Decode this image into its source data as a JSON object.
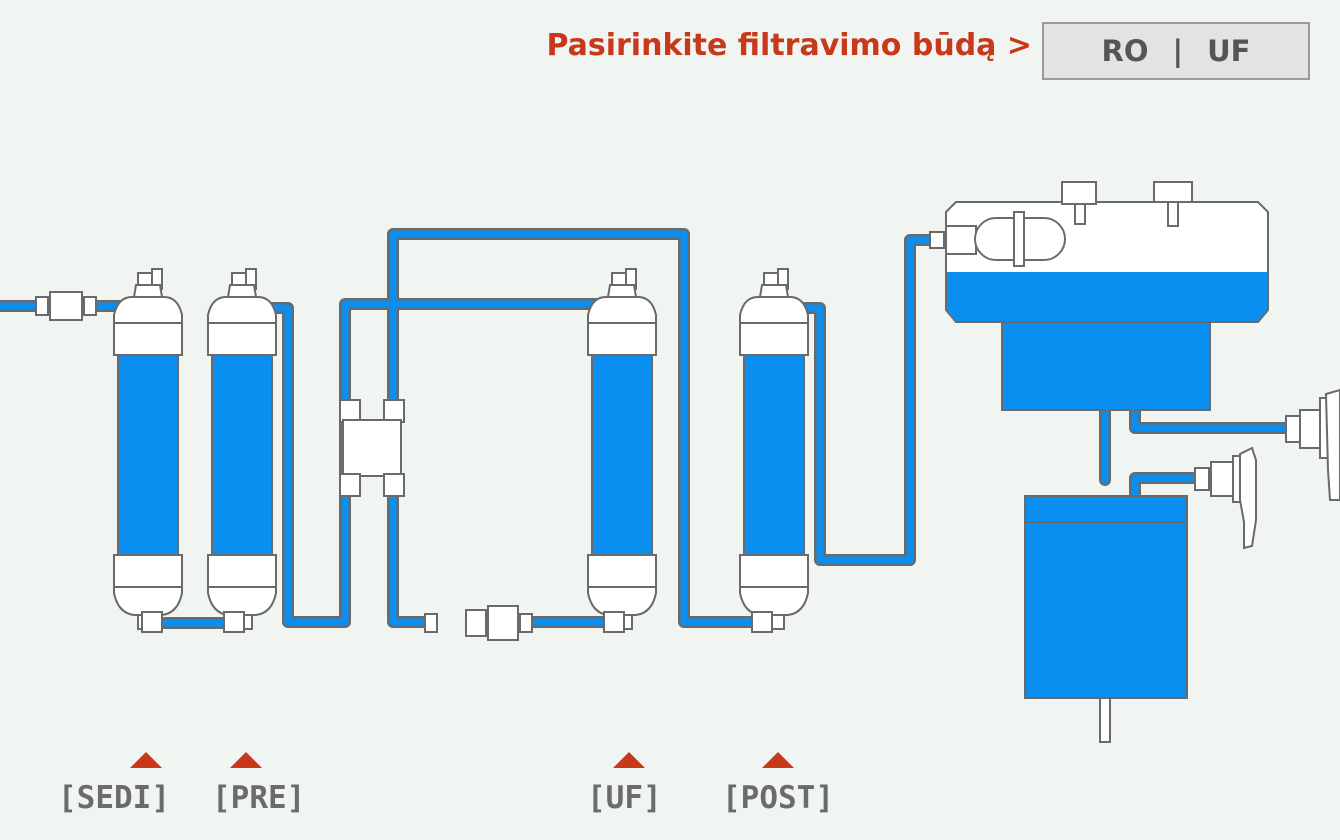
{
  "header": {
    "prompt": "Pasirinkite filtravimo būdą >",
    "modes": [
      "RO",
      "UF"
    ],
    "separator": "|"
  },
  "stages": [
    {
      "label": "[SEDI]"
    },
    {
      "label": "[PRE]"
    },
    {
      "label": "[UF]"
    },
    {
      "label": "[POST]"
    }
  ],
  "colors": {
    "water": "#0a8ef0",
    "outline": "#6a6a6a",
    "housing": "#ffffff",
    "accent": "#c8381a",
    "background": "#f1f5f2"
  }
}
